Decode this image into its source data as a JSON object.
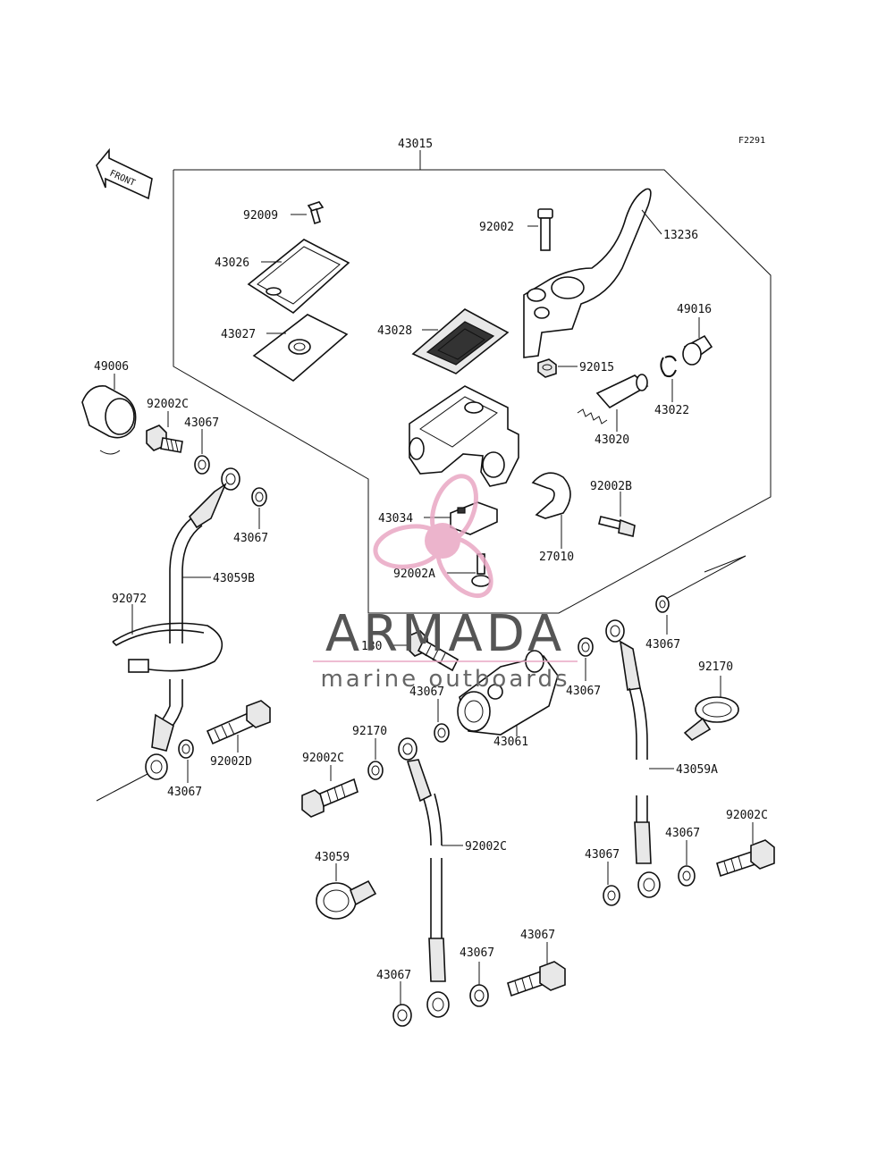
{
  "diagram": {
    "figure_ref": "F2291",
    "front_marker": "FRONT",
    "assembly_label": "43015",
    "parts": [
      {
        "id": "p-92009",
        "label": "92009"
      },
      {
        "id": "p-43026",
        "label": "43026"
      },
      {
        "id": "p-43027",
        "label": "43027"
      },
      {
        "id": "p-43028",
        "label": "43028"
      },
      {
        "id": "p-92002",
        "label": "92002"
      },
      {
        "id": "p-13236",
        "label": "13236"
      },
      {
        "id": "p-49016",
        "label": "49016"
      },
      {
        "id": "p-92015",
        "label": "92015"
      },
      {
        "id": "p-43022",
        "label": "43022"
      },
      {
        "id": "p-43020",
        "label": "43020"
      },
      {
        "id": "p-92002B",
        "label": "92002B"
      },
      {
        "id": "p-27010",
        "label": "27010"
      },
      {
        "id": "p-43034",
        "label": "43034"
      },
      {
        "id": "p-92002A",
        "label": "92002A"
      },
      {
        "id": "p-49006",
        "label": "49006"
      },
      {
        "id": "p-92002C-a",
        "label": "92002C"
      },
      {
        "id": "p-43067-a",
        "label": "43067"
      },
      {
        "id": "p-43067-b",
        "label": "43067"
      },
      {
        "id": "p-43059B",
        "label": "43059B"
      },
      {
        "id": "p-92072",
        "label": "92072"
      },
      {
        "id": "p-130",
        "label": "130"
      },
      {
        "id": "p-43067-c",
        "label": "43067"
      },
      {
        "id": "p-43067-d",
        "label": "43067"
      },
      {
        "id": "p-43061",
        "label": "43061"
      },
      {
        "id": "p-43067-e",
        "label": "43067"
      },
      {
        "id": "p-92170-a",
        "label": "92170"
      },
      {
        "id": "p-43059A",
        "label": "43059A"
      },
      {
        "id": "p-92002D",
        "label": "92002D"
      },
      {
        "id": "p-43067-f",
        "label": "43067"
      },
      {
        "id": "p-43067-g",
        "label": "43067"
      },
      {
        "id": "p-92002C-b",
        "label": "92002C"
      },
      {
        "id": "p-92002C-c",
        "label": "92002C"
      },
      {
        "id": "p-43067-h",
        "label": "43067"
      },
      {
        "id": "p-43067-i",
        "label": "43067"
      },
      {
        "id": "p-92170-b",
        "label": "92170"
      },
      {
        "id": "p-43059",
        "label": "43059"
      },
      {
        "id": "p-92002C-d",
        "label": "92002C"
      },
      {
        "id": "p-43067-j",
        "label": "43067"
      },
      {
        "id": "p-43067-k",
        "label": "43067"
      }
    ]
  },
  "watermark": {
    "brand": "ARMADA",
    "tagline": "marine outboards",
    "logo_color": "#e9a7c4",
    "text_color": "#555555"
  }
}
